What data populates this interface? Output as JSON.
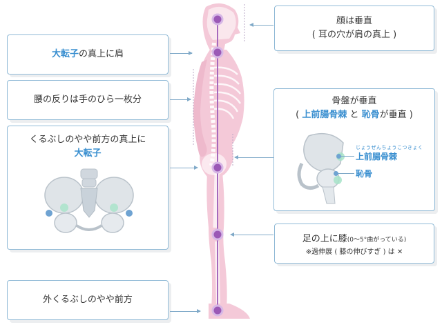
{
  "boxes": {
    "trochanter_shoulder": {
      "hl": "大転子",
      "rest": "の真上に肩"
    },
    "lumbar": {
      "text": "腰の反りは手のひら一枚分"
    },
    "ankle_front": {
      "line1": "くるぶしのやや前方の真上に",
      "line2": "大転子"
    },
    "outer_ankle": {
      "text": "外くるぶしのやや前方"
    },
    "face": {
      "line1": "顔は垂直",
      "line2": "( 耳の穴が肩の真上 )"
    },
    "pelvis": {
      "line1": "骨盤が垂直",
      "open": "(",
      "asis": "上前腸骨棘",
      "and": "と",
      "pubis": "恥骨",
      "close": "が垂直 )",
      "asis_ruby": "じょうぜんちょうこつきょく",
      "label_asis": "上前腸骨棘",
      "label_pubis": "恥骨"
    },
    "knee": {
      "main": "足の上に膝",
      "sub": "(0〜5°曲がっている)",
      "note": "※過伸展 ( 膝の伸びすぎ ) は ✕"
    }
  },
  "colors": {
    "accent": "#3a8fd0",
    "border": "#8fb9d6",
    "body": "#f4c9d8",
    "body_dark": "#e8a9c0",
    "plumb_line": "#a569bd",
    "joint": "#9b59b6",
    "bone": "#d7dde3"
  }
}
